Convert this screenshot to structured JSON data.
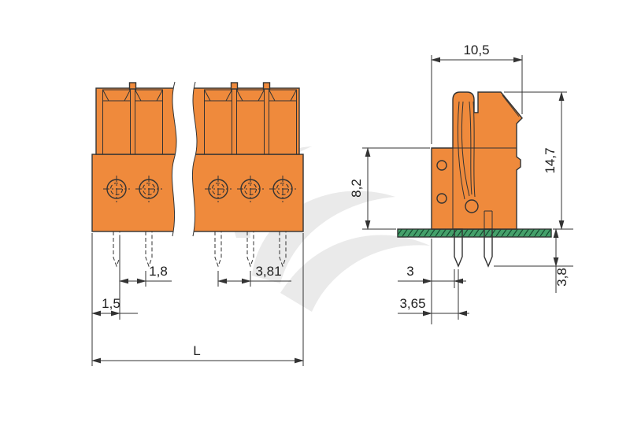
{
  "drawing": {
    "type": "connector-technical-dimension-drawing",
    "dimensions": {
      "top_width": "10,5",
      "total_height": "14,7",
      "front_height": "8,2",
      "pin_gap": "1,8",
      "edge_offset": "1,5",
      "pin_pitch": "3,81",
      "row_offset": "3",
      "row_spacing": "3,65",
      "pin_length_below_board": "3,8",
      "overall_length": "L"
    },
    "colors": {
      "housing_orange": "#EF8A3C",
      "pcb_green": "#44A06A",
      "line": "#333333",
      "watermark_gray": "#D6D6D6"
    }
  }
}
